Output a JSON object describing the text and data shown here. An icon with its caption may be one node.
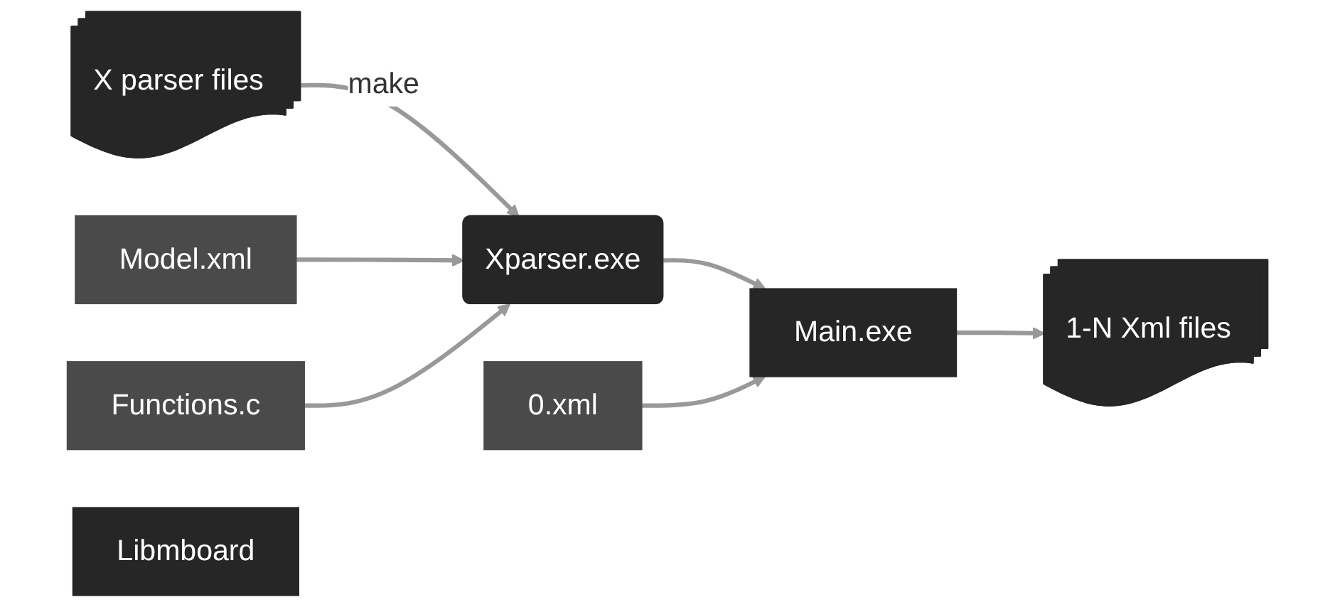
{
  "diagram": {
    "nodes": [
      {
        "text": [
          "X parser files"
        ]
      },
      {
        "text": [
          "Model.xml"
        ]
      },
      {
        "text": [
          "Functions.c"
        ]
      },
      {
        "text": [
          "Xparser.exe"
        ]
      },
      {
        "text": [
          "Libmboard"
        ]
      },
      {
        "text": [
          "Main.exe"
        ]
      },
      {
        "text": [
          "1-N Xml files"
        ]
      },
      {
        "text": [
          "0.xml"
        ]
      }
    ],
    "edges": [
      {
        "from": 0,
        "to": 3,
        "arrow": "to",
        "label": "make"
      },
      {
        "from": 1,
        "to": 3,
        "arrow": "to"
      },
      {
        "from": 2,
        "to": 3,
        "arrow": "to"
      },
      {
        "from": 3,
        "to": 5,
        "arrow": "to"
      },
      {
        "from": 5,
        "to": 6,
        "arrow": "to"
      },
      {
        "from": 7,
        "to": 5,
        "arrow": "to"
      }
    ]
  }
}
